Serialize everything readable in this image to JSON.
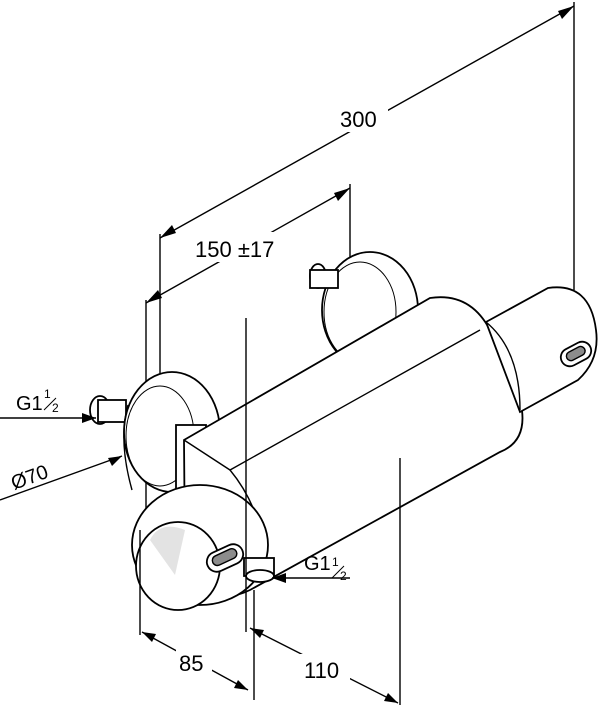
{
  "dimensions": {
    "overall_length": "300",
    "center_distance": "150 ±17",
    "depth_front": "85",
    "depth_total": "110",
    "escutcheon_diameter": "Ø70",
    "inlet_left": "G1",
    "inlet_right": "G1"
  },
  "fraction": {
    "numerator": "1",
    "denominator": "2"
  }
}
